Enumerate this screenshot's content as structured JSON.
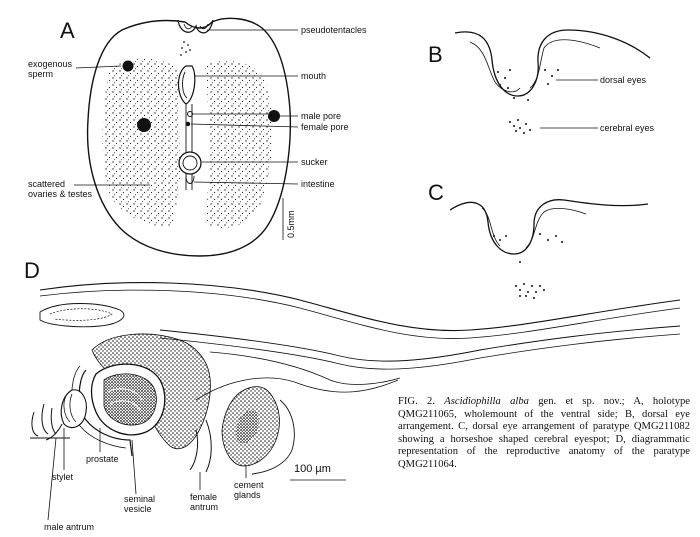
{
  "panels": {
    "a": "A",
    "b": "B",
    "c": "C",
    "d": "D"
  },
  "labels_a": {
    "pseudotentacles": "pseudotentacles",
    "exogenous_sperm_1": "exogenous",
    "exogenous_sperm_2": "sperm",
    "mouth": "mouth",
    "male_pore": "male pore",
    "female_pore": "female pore",
    "sucker": "sucker",
    "intestine": "intestine",
    "ovaries_1": "scattered",
    "ovaries_2": "ovaries & testes",
    "scale": "0.5mm"
  },
  "labels_b": {
    "dorsal_eyes": "dorsal eyes",
    "cerebral_eyes": "cerebral eyes"
  },
  "labels_d": {
    "stylet": "stylet",
    "prostate": "prostate",
    "seminal_1": "seminal",
    "seminal_2": "vesicle",
    "male_antrum": "male antrum",
    "female_1": "female",
    "female_2": "antrum",
    "cement_1": "cement",
    "cement_2": "glands",
    "scale": "100 µm"
  },
  "caption": {
    "lead": "FIG. 2.",
    "species": "Ascidiophilla alba",
    "after_species": "gen. et sp. nov.; A, holotype QMG211065, wholemount of the ventral side; B, dorsal eye arrangement. C, dorsal eye arrangement of paratype QMG211082 showing a horseshoe shaped cerebral eyespot; D, diagrammatic representation of the reproductive anatomy of the paratype QMG211064."
  }
}
